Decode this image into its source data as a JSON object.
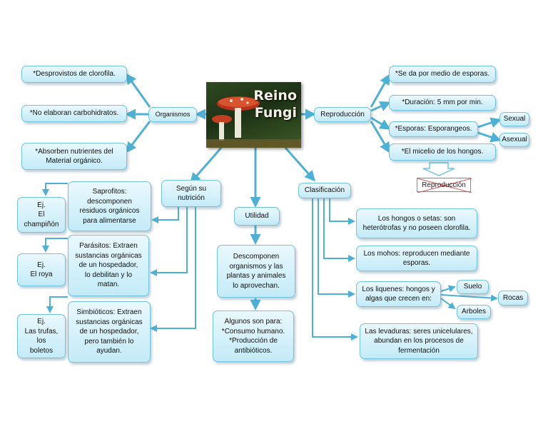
{
  "center": {
    "title_line1": "Reino",
    "title_line2": "Fungi"
  },
  "organismos": {
    "label": "Organismos",
    "items": [
      "*Desprovistos de clorofila.",
      "*No elaboran carbohidratos.",
      "*Absorben nutrientes del Material orgánico."
    ]
  },
  "reproduccion": {
    "label": "Reproducción",
    "items": [
      "*Se da por medio de esporas.",
      "*Duración: 5 mm por min.",
      "*Esporas: Esporangeos.",
      "*El micelio de los hongos."
    ],
    "esporas_types": [
      "Sexual",
      "Asexual"
    ],
    "crossed_label": "Reproducción"
  },
  "nutricion": {
    "label_line1": "Según su",
    "label_line2": "nutrición",
    "saprofitos": [
      "Saprofitos:",
      "descomponen",
      "residuos orgánicos",
      "para alimentarse"
    ],
    "parasitos": [
      "Parásitos: Extraen",
      "sustancias orgánicas",
      "de un hospedador,",
      "lo debilitan y  lo",
      "matan."
    ],
    "simbioticos": [
      "Simbióticos: Extraen",
      "sustancias orgánicas",
      "de un hospedador,",
      "pero también lo",
      "ayudan."
    ],
    "ej1": [
      "Ej.",
      "El",
      "champiñón"
    ],
    "ej2": [
      "Ej.",
      "El roya"
    ],
    "ej3": [
      "Ej.",
      "Las trufas,",
      "los",
      "boletos"
    ]
  },
  "utilidad": {
    "label": "Utilidad",
    "desc": [
      "Descomponen",
      "organismos y las",
      "plantas y animales",
      "lo aprovechan."
    ],
    "uses": [
      "Algunos son para:",
      "*Consumo humano.",
      "*Producción de",
      "antibióticos."
    ]
  },
  "clasificacion": {
    "label": "Clasificación",
    "hongos": [
      "Los hongos o setas: son",
      "heterótrofas y no poseen clorofila."
    ],
    "mohos": [
      "Los mohos: reproducen mediante",
      "esporas."
    ],
    "liquenes": [
      "Los liquenes: hongos y",
      "algas que crecen en:"
    ],
    "liquenes_on": [
      "Suelo",
      "Rocas",
      "Arboles"
    ],
    "levaduras": [
      "Las levaduras: seres unicelulares,",
      "abundan en los procesos de",
      "fermentación"
    ]
  }
}
